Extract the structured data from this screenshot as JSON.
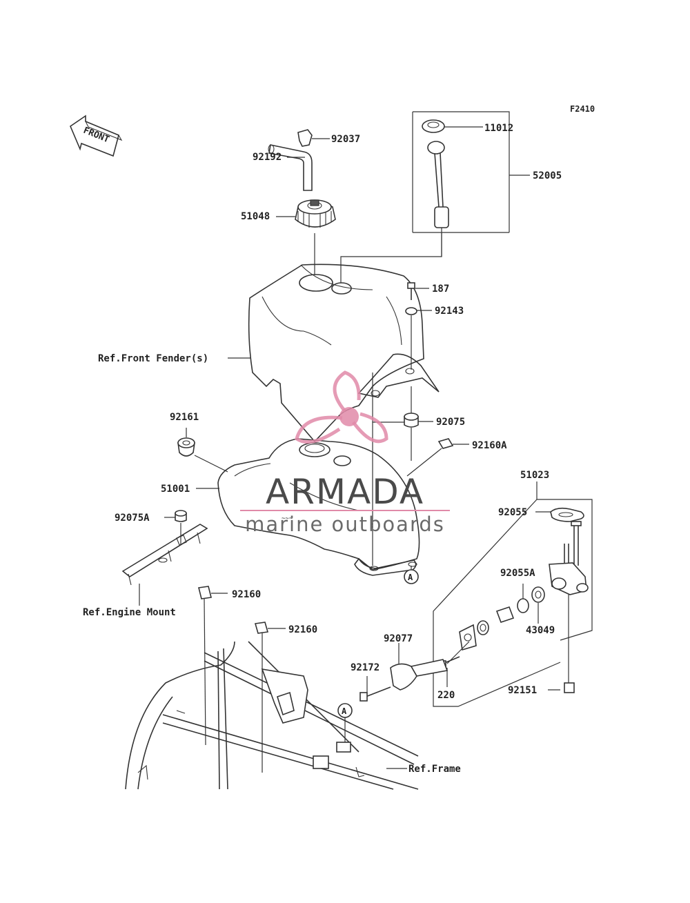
{
  "diagram_code": "F2410",
  "front_label": "FRONT",
  "callouts": {
    "c92037": "92037",
    "c11012": "11012",
    "c52005": "52005",
    "c92192": "92192",
    "c51048": "51048",
    "c187": "187",
    "c92143": "92143",
    "c_front_fender": "Ref.Front Fender(s)",
    "c92161": "92161",
    "c92075": "92075",
    "c92160A": "92160A",
    "c51001": "51001",
    "c51023": "51023",
    "c92055": "92055",
    "c92075A": "92075A",
    "c92055A": "92055A",
    "c43049": "43049",
    "c_engine_mount": "Ref.Engine Mount",
    "c92160_a": "92160",
    "c92160_b": "92160",
    "c92077": "92077",
    "c92172": "92172",
    "c220": "220",
    "c92151": "92151",
    "c_frame": "Ref.Frame",
    "ref_a_1": "A",
    "ref_a_2": "A"
  },
  "watermark": {
    "brand": "ARMADA",
    "tagline": "marine outboards",
    "color": "#e08aa8"
  }
}
